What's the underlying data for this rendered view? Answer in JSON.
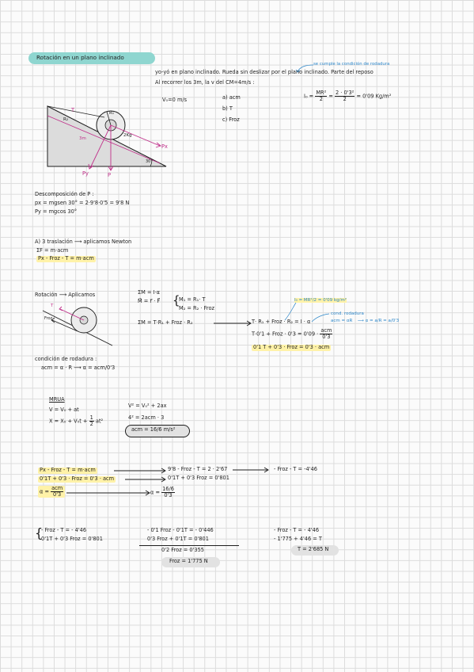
{
  "title": "Rotación en un plano inclinado",
  "colors": {
    "title_bg": "#8fd6d0",
    "note_blue": "#2c86c9",
    "diagram_pink": "#c0308a",
    "highlight": "#fff2a8"
  },
  "statement": {
    "note": "se cumple la condición de rodadura",
    "line1": "yo-yó en plano inclinado. Rueda sin deslizar por el plano inclinado. Parte del reposo",
    "line2": "Al recorrer los 3m, la v del CM=4m/s :",
    "v0": "V₀=0 m/s",
    "a": "a) acm",
    "b": "b) T",
    "c": "c) Froz",
    "inertia_lhs": "I₀ =",
    "inertia_f1_num": "MR²",
    "inertia_f1_den": "2",
    "inertia_eq": "=",
    "inertia_f2_num": "2 · 0'3²",
    "inertia_f2_den": "2",
    "inertia_result": "= 0'09 Kg/m²"
  },
  "diagram1": {
    "T": "T",
    "r1": "R₁",
    "r2": "R₂",
    "mass": "2Kg",
    "px": "Px",
    "py": "Py",
    "p": "P",
    "len": "3m",
    "angle": "30°"
  },
  "decomp": {
    "title": "Descomposición de P :",
    "l1": "px = mgsen 30° = 2·9'8·0'5 = 9'8 N",
    "l2": "Py = mgcos 30°"
  },
  "translation": {
    "title": "A) 3 traslación ⟶ aplicamos Newton",
    "l1": "ΣF = m·acm",
    "l2": "Px - Froz - T = m·acm"
  },
  "rotation": {
    "label": "Rotación ⟶ Aplicamos",
    "eq1": "ΣM = I·α",
    "eq2": "M⃗ = r⃗ · F⃗",
    "m1": "M₁ = R₁· T",
    "m2": "M₂ = R₂ · Froz",
    "sum": "ΣM = T·R₁ + Froz · R₂",
    "arrow_to": "T· R₁ + Froz · R₂ = I · α",
    "l2": "T·0'1 + Froz · 0'3 = 0'09 ·",
    "l2_num": "acm",
    "l2_den": "0'3",
    "l3": "0'1 T + 0'3 · Froz = 0'3 · acm",
    "note_inertia": "I₀ = MR²/2 = 0'09 kg/m²",
    "note_cond": "cond. rodadura",
    "note_acm": "acm = αR",
    "note_alpha": "⟶ α = a/R = a/0'3"
  },
  "diagram2": {
    "T": "T",
    "froz": "Froz"
  },
  "rolling": {
    "title": "condición de rodadura :",
    "eq": "acm = α · R ⟶ α = acm/0'3"
  },
  "mrua": {
    "title": "MRUA",
    "l1": "V = V₀ + at",
    "l2a": "X = X₀ + V₀t +",
    "l2_num": "1",
    "l2_den": "2",
    "l2b": "at²",
    "r1": "V² = V₀² + 2ax",
    "r2": "4² = 2acm · 3",
    "result": "acm = 16/6 m/s²"
  },
  "system": {
    "l1": "Px - Froz - T = m·acm",
    "l2": "0'1T + 0'3 · Froz = 0'3 · acm",
    "l3a": "α =",
    "l3_num": "acm",
    "l3_den": "0'3",
    "r1": "9'8 - Froz - T = 2 · 2'67",
    "r2": "0'1T + 0'3 Froz = 0'801",
    "r3a": "α =",
    "r3_num": "16/6",
    "r3_den": "0'3",
    "rr1": "- Froz - T = -4'46"
  },
  "solve": {
    "s1": "- Froz - T = - 4'46",
    "s2": "0'1T + 0'3 Froz = 0'801",
    "m1": "- 0'1 Froz - 0'1T = - 0'446",
    "m2": "0'3 Froz + 0'1T = 0'801",
    "m3": "0'2 Froz = 0'355",
    "m4": "Froz = 1'775 N",
    "r1": "- Froz - T = - 4'46",
    "r2": "- 1'775 + 4'46 = T",
    "r3": "T = 2'685 N"
  }
}
